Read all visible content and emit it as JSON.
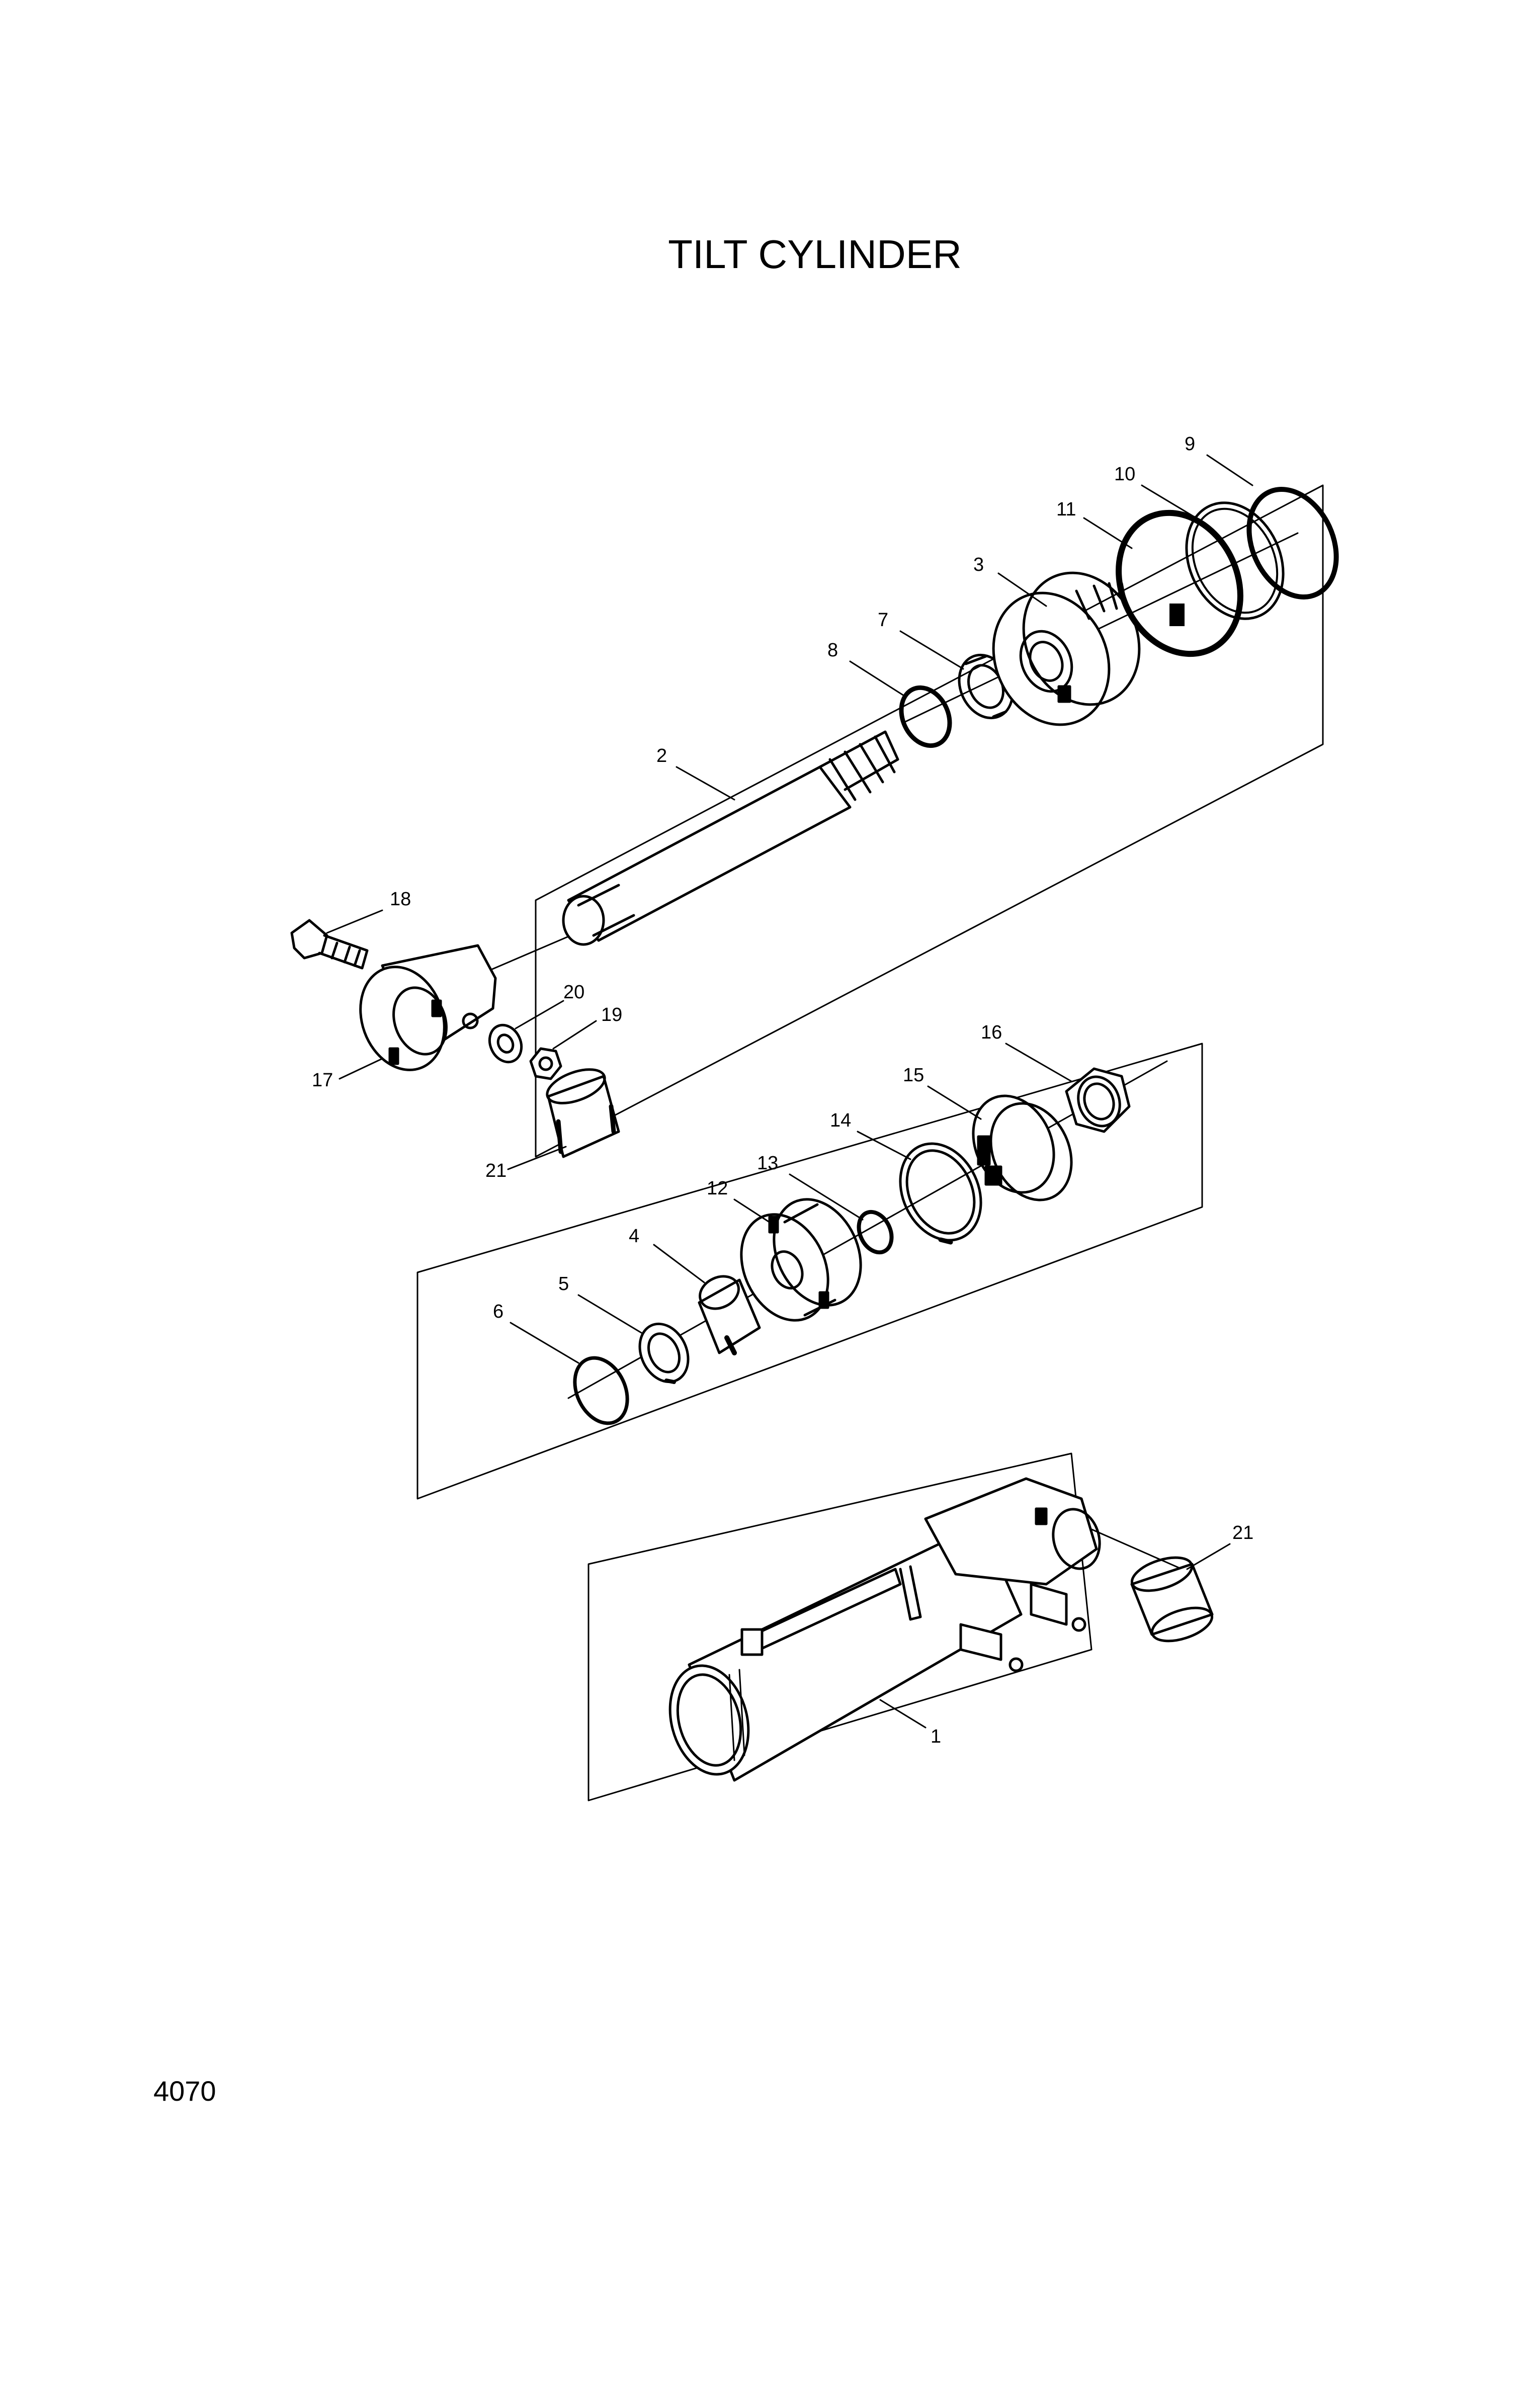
{
  "title": "TILT CYLINDER",
  "page_number": "4070",
  "callouts": {
    "c1": "1",
    "c2": "2",
    "c3": "3",
    "c4": "4",
    "c5": "5",
    "c6": "6",
    "c7": "7",
    "c8": "8",
    "c9": "9",
    "c10": "10",
    "c11": "11",
    "c12": "12",
    "c13": "13",
    "c14": "14",
    "c15": "15",
    "c16": "16",
    "c17": "17",
    "c18": "18",
    "c19": "19",
    "c20": "20",
    "c21a": "21",
    "c21b": "21"
  }
}
